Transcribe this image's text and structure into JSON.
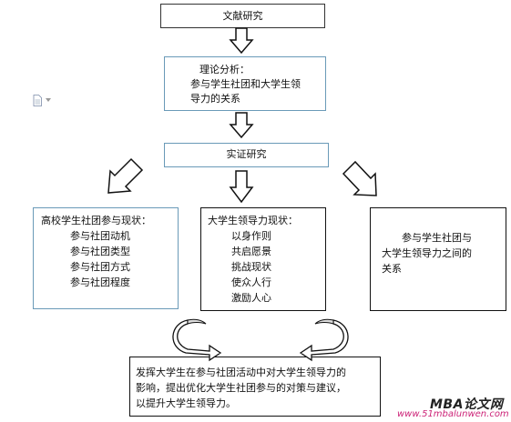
{
  "nodes": {
    "literature": {
      "label": "文献研究"
    },
    "theory": {
      "lines": [
        "理论分析：",
        "参与学生社团和大学生领",
        "导力的关系"
      ]
    },
    "empirical": {
      "label": "实证研究"
    },
    "current_participation": {
      "title": "高校学生社团参与现状：",
      "items": [
        "参与社团动机",
        "参与社团类型",
        "参与社团方式",
        "参与社团程度"
      ]
    },
    "leadership_status": {
      "title": "大学生领导力现状：",
      "items": [
        "以身作则",
        "共启愿景",
        "挑战现状",
        "使众人行",
        "激励人心"
      ]
    },
    "relationship": {
      "lines": [
        "参与学生社团与",
        "大学生领导力之间的",
        "关系"
      ]
    },
    "conclusion": {
      "lines": [
        "发挥大学生在参与社团活动中对大学生领导力的",
        "影响，提出优化大学生社团参与的对策与建议，",
        "以提升大学生领导力。"
      ]
    }
  },
  "watermark": {
    "brand": "MBA论文网",
    "url": "www.51mbalunwen.com"
  },
  "colors": {
    "blue_border": "#6a9ab8",
    "watermark_url": "#cc2277"
  },
  "icons": [
    "down-arrow-icon",
    "down-left-arrow-icon",
    "down-right-arrow-icon",
    "curved-arrow-icon",
    "document-icon"
  ]
}
